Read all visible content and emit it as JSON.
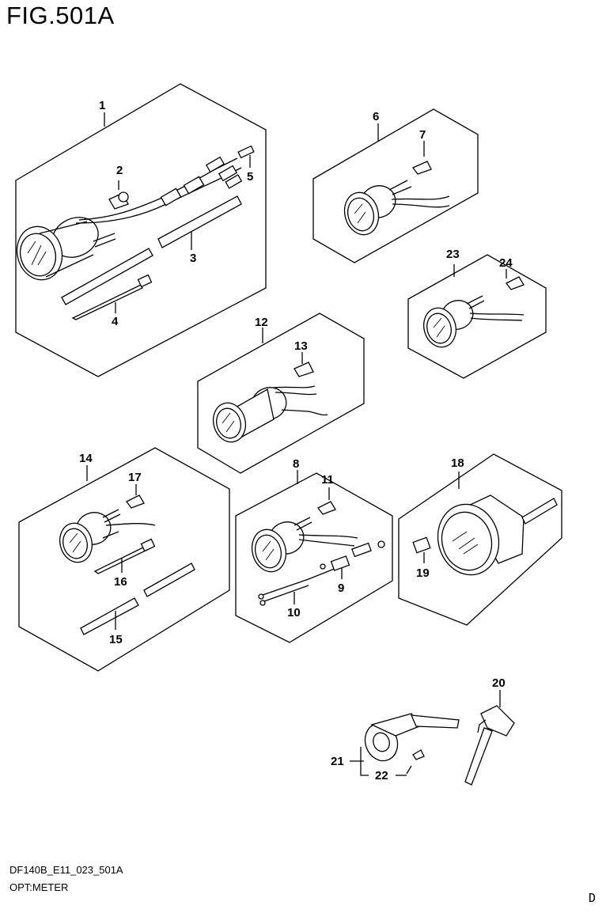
{
  "figure": {
    "title": "FIG.501A",
    "footer_code": "DF140B_E11_023_501A",
    "footer_desc": "OPT:METER",
    "page_letter": "D"
  },
  "callouts": {
    "c1": "1",
    "c2": "2",
    "c3": "3",
    "c4": "4",
    "c5": "5",
    "c6": "6",
    "c7": "7",
    "c8": "8",
    "c9": "9",
    "c10": "10",
    "c11": "11",
    "c12": "12",
    "c13": "13",
    "c14": "14",
    "c15": "15",
    "c16": "16",
    "c17": "17",
    "c18": "18",
    "c19": "19",
    "c20": "20",
    "c21": "21",
    "c22": "22",
    "c23": "23",
    "c24": "24"
  }
}
